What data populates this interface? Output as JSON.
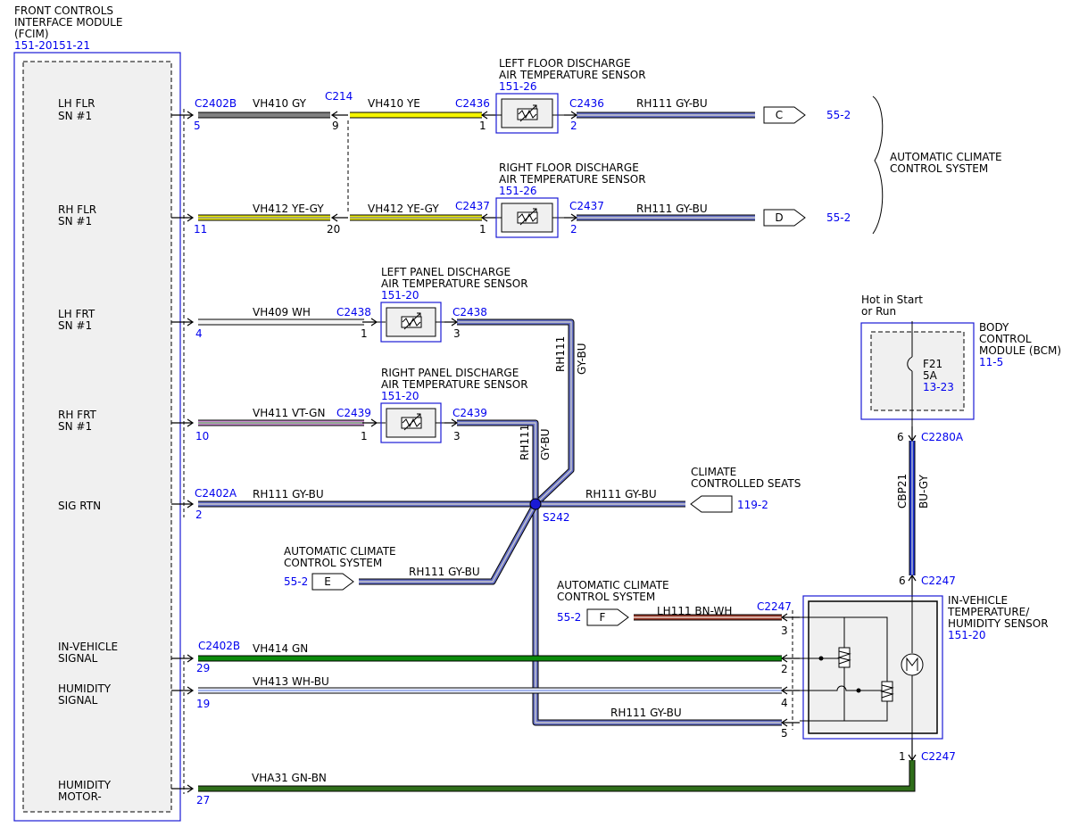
{
  "modules": {
    "fcim": {
      "lines": [
        "FRONT CONTROLS",
        "INTERFACE MODULE",
        "(FCIM)"
      ],
      "ref": "151-20151-21"
    },
    "bcm": {
      "lines": [
        "BODY",
        "CONTROL",
        "MODULE (BCM)"
      ],
      "ref": "11-5",
      "fuse": "F21",
      "amps": "5A",
      "fuse_ref": "13-23",
      "hot": [
        "Hot in Start",
        "or Run"
      ]
    },
    "invehicle": {
      "lines": [
        "IN-VEHICLE",
        "TEMPERATURE/",
        "HUMIDITY SENSOR"
      ],
      "ref": "151-20"
    }
  },
  "fcim_pins": [
    {
      "lines": [
        "LH FLR",
        "SN #1"
      ]
    },
    {
      "lines": [
        "RH FLR",
        "SN #1"
      ]
    },
    {
      "lines": [
        "LH FRT",
        "SN #1"
      ]
    },
    {
      "lines": [
        "RH FRT",
        "SN #1"
      ]
    },
    {
      "lines": [
        "SIG RTN"
      ]
    },
    {
      "lines": [
        "IN-VEHICLE",
        "SIGNAL"
      ]
    },
    {
      "lines": [
        "HUMIDITY",
        "SIGNAL"
      ]
    },
    {
      "lines": [
        "HUMIDITY",
        "MOTOR-"
      ]
    }
  ],
  "sensors": [
    {
      "lines": [
        "LEFT FLOOR DISCHARGE",
        "AIR TEMPERATURE SENSOR"
      ],
      "ref": "151-26"
    },
    {
      "lines": [
        "RIGHT FLOOR DISCHARGE",
        "AIR TEMPERATURE SENSOR"
      ],
      "ref": "151-26"
    },
    {
      "lines": [
        "LEFT PANEL DISCHARGE",
        "AIR TEMPERATURE SENSOR"
      ],
      "ref": "151-20"
    },
    {
      "lines": [
        "RIGHT PANEL DISCHARGE",
        "AIR TEMPERATURE SENSOR"
      ],
      "ref": "151-20"
    }
  ],
  "wires": [
    {
      "label": "VH410 GY",
      "color": "#808080"
    },
    {
      "label": "VH410 YE",
      "color": "#f5f500"
    },
    {
      "label": "VH412 YE-GY",
      "color": "#e8e800"
    },
    {
      "label": "VH412 YE-GY",
      "color": "#e8e800"
    },
    {
      "label": "VH409 WH",
      "color": "#f4f4f4"
    },
    {
      "label": "VH411 VT-GN",
      "color": "#c98ccf"
    },
    {
      "label": "RH111  GY-BU",
      "color": "#6670c8"
    },
    {
      "label": "RH111  GY-BU",
      "color": "#6670c8"
    },
    {
      "label": "RH111 GY-BU",
      "color": "#6670c8"
    },
    {
      "label": "RH111  GY-BU",
      "color": "#6670c8"
    },
    {
      "label": "RH111  GY-BU",
      "color": "#6670c8"
    },
    {
      "label": "VH414   GN",
      "color": "#0b8a0b"
    },
    {
      "label": "VH413   WH-BU",
      "color": "#c8d4ff"
    },
    {
      "label": "RH111   GY-BU",
      "color": "#6670c8"
    },
    {
      "label": "LH111   BN-WH",
      "color": "#9a3a2a"
    },
    {
      "label": "VHA31   GN-BN",
      "color": "#2f6e1a"
    },
    {
      "label": "CBP21",
      "color": "#1a2fd6"
    },
    {
      "label": "BU-GY",
      "color": "#1a2fd6"
    },
    {
      "label": "RH111",
      "color": "#6670c8"
    },
    {
      "label": "GY-BU",
      "color": "#6670c8"
    },
    {
      "label": "RH111",
      "color": "#6670c8"
    },
    {
      "label": "GY-BU",
      "color": "#6670c8"
    }
  ],
  "connectors": [
    "C2402B",
    "C214",
    "C2436",
    "C2436",
    "C2437",
    "C2437",
    "C2438",
    "C2438",
    "C2439",
    "C2439",
    "C2402A",
    "C2402B",
    "C2247",
    "C2280A",
    "C2247",
    "C2247"
  ],
  "pins": [
    "5",
    "9",
    "1",
    "2",
    "11",
    "20",
    "1",
    "2",
    "4",
    "1",
    "3",
    "10",
    "1",
    "3",
    "2",
    "29",
    "19",
    "27",
    "3",
    "2",
    "4",
    "5",
    "6",
    "6",
    "1"
  ],
  "refs": {
    "C": {
      "tag": "C",
      "page": "55-2"
    },
    "D": {
      "tag": "D",
      "page": "55-2"
    },
    "E": {
      "tag": "E",
      "page": "55-2",
      "lines": [
        "AUTOMATIC CLIMATE",
        "CONTROL SYSTEM"
      ]
    },
    "F": {
      "tag": "F",
      "page": "55-2",
      "lines": [
        "AUTOMATIC CLIMATE",
        "CONTROL SYSTEM"
      ]
    },
    "seats": {
      "page": "119-2",
      "lines": [
        "CLIMATE",
        "CONTROLLED SEATS"
      ]
    },
    "acc_brace": {
      "lines": [
        "AUTOMATIC CLIMATE",
        "CONTROL SYSTEM"
      ]
    }
  },
  "splice": "S242"
}
